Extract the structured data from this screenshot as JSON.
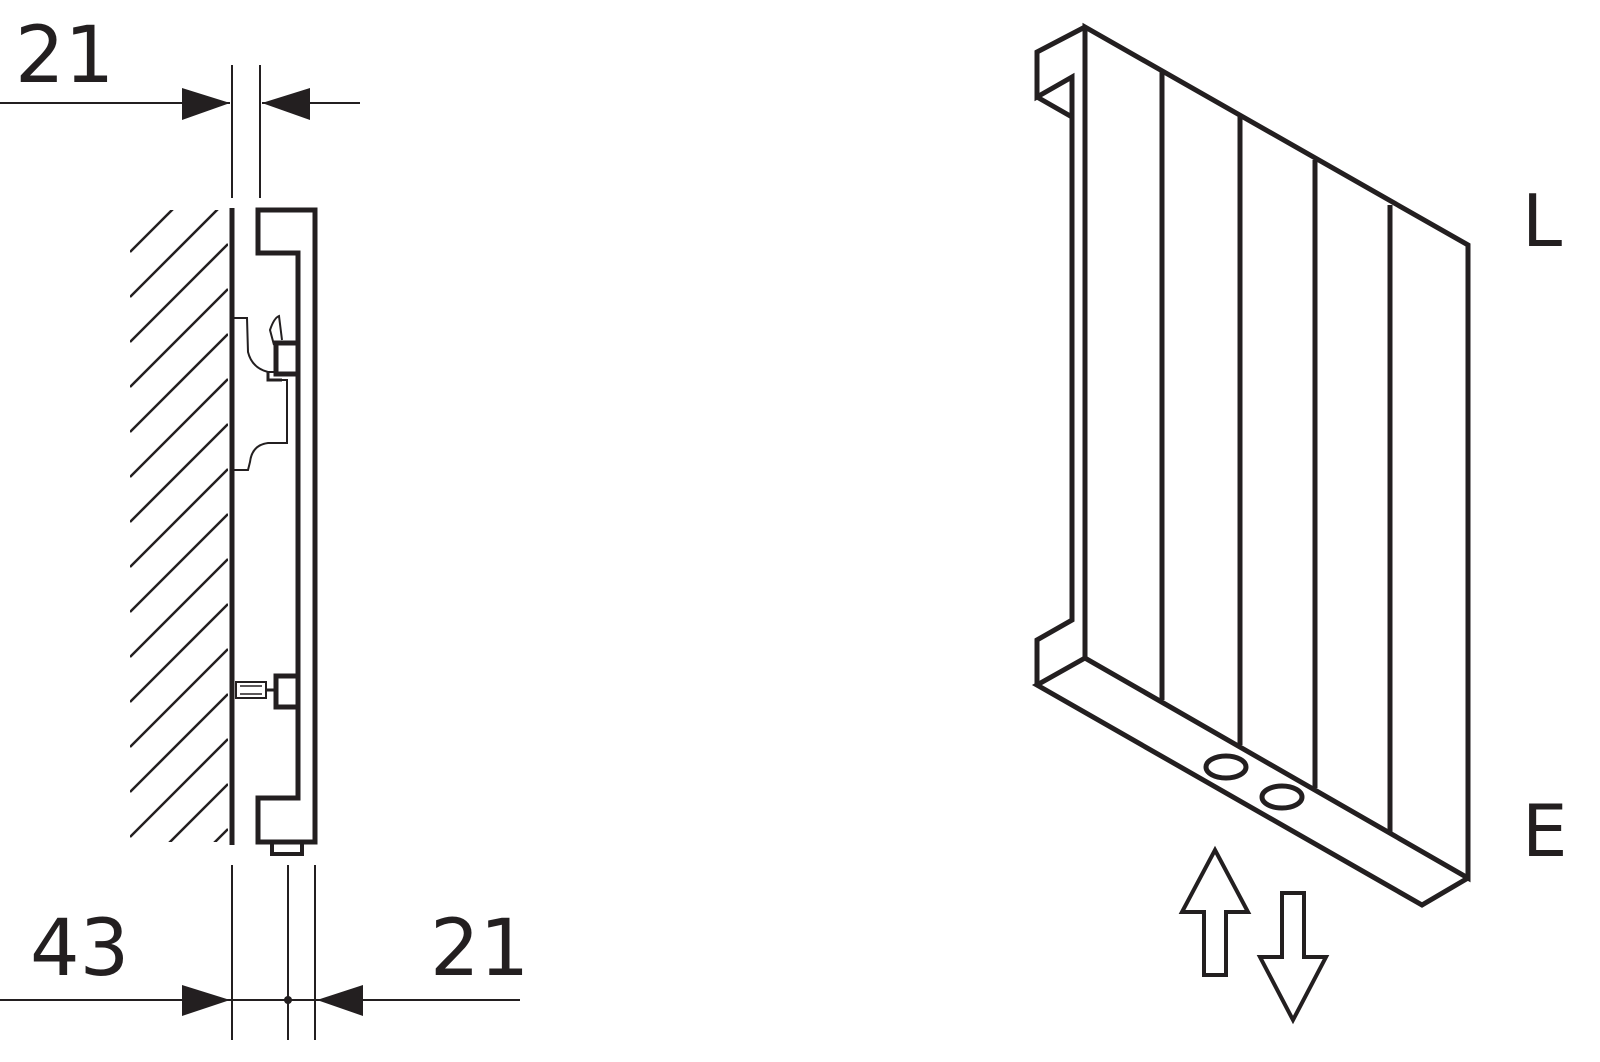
{
  "side_view": {
    "dim_top": "21",
    "dim_bottom_left": "43",
    "dim_bottom_right": "21"
  },
  "iso_view": {
    "label_top": "L",
    "label_bottom": "E"
  },
  "colors": {
    "line": "#231f20",
    "background": "#ffffff"
  }
}
